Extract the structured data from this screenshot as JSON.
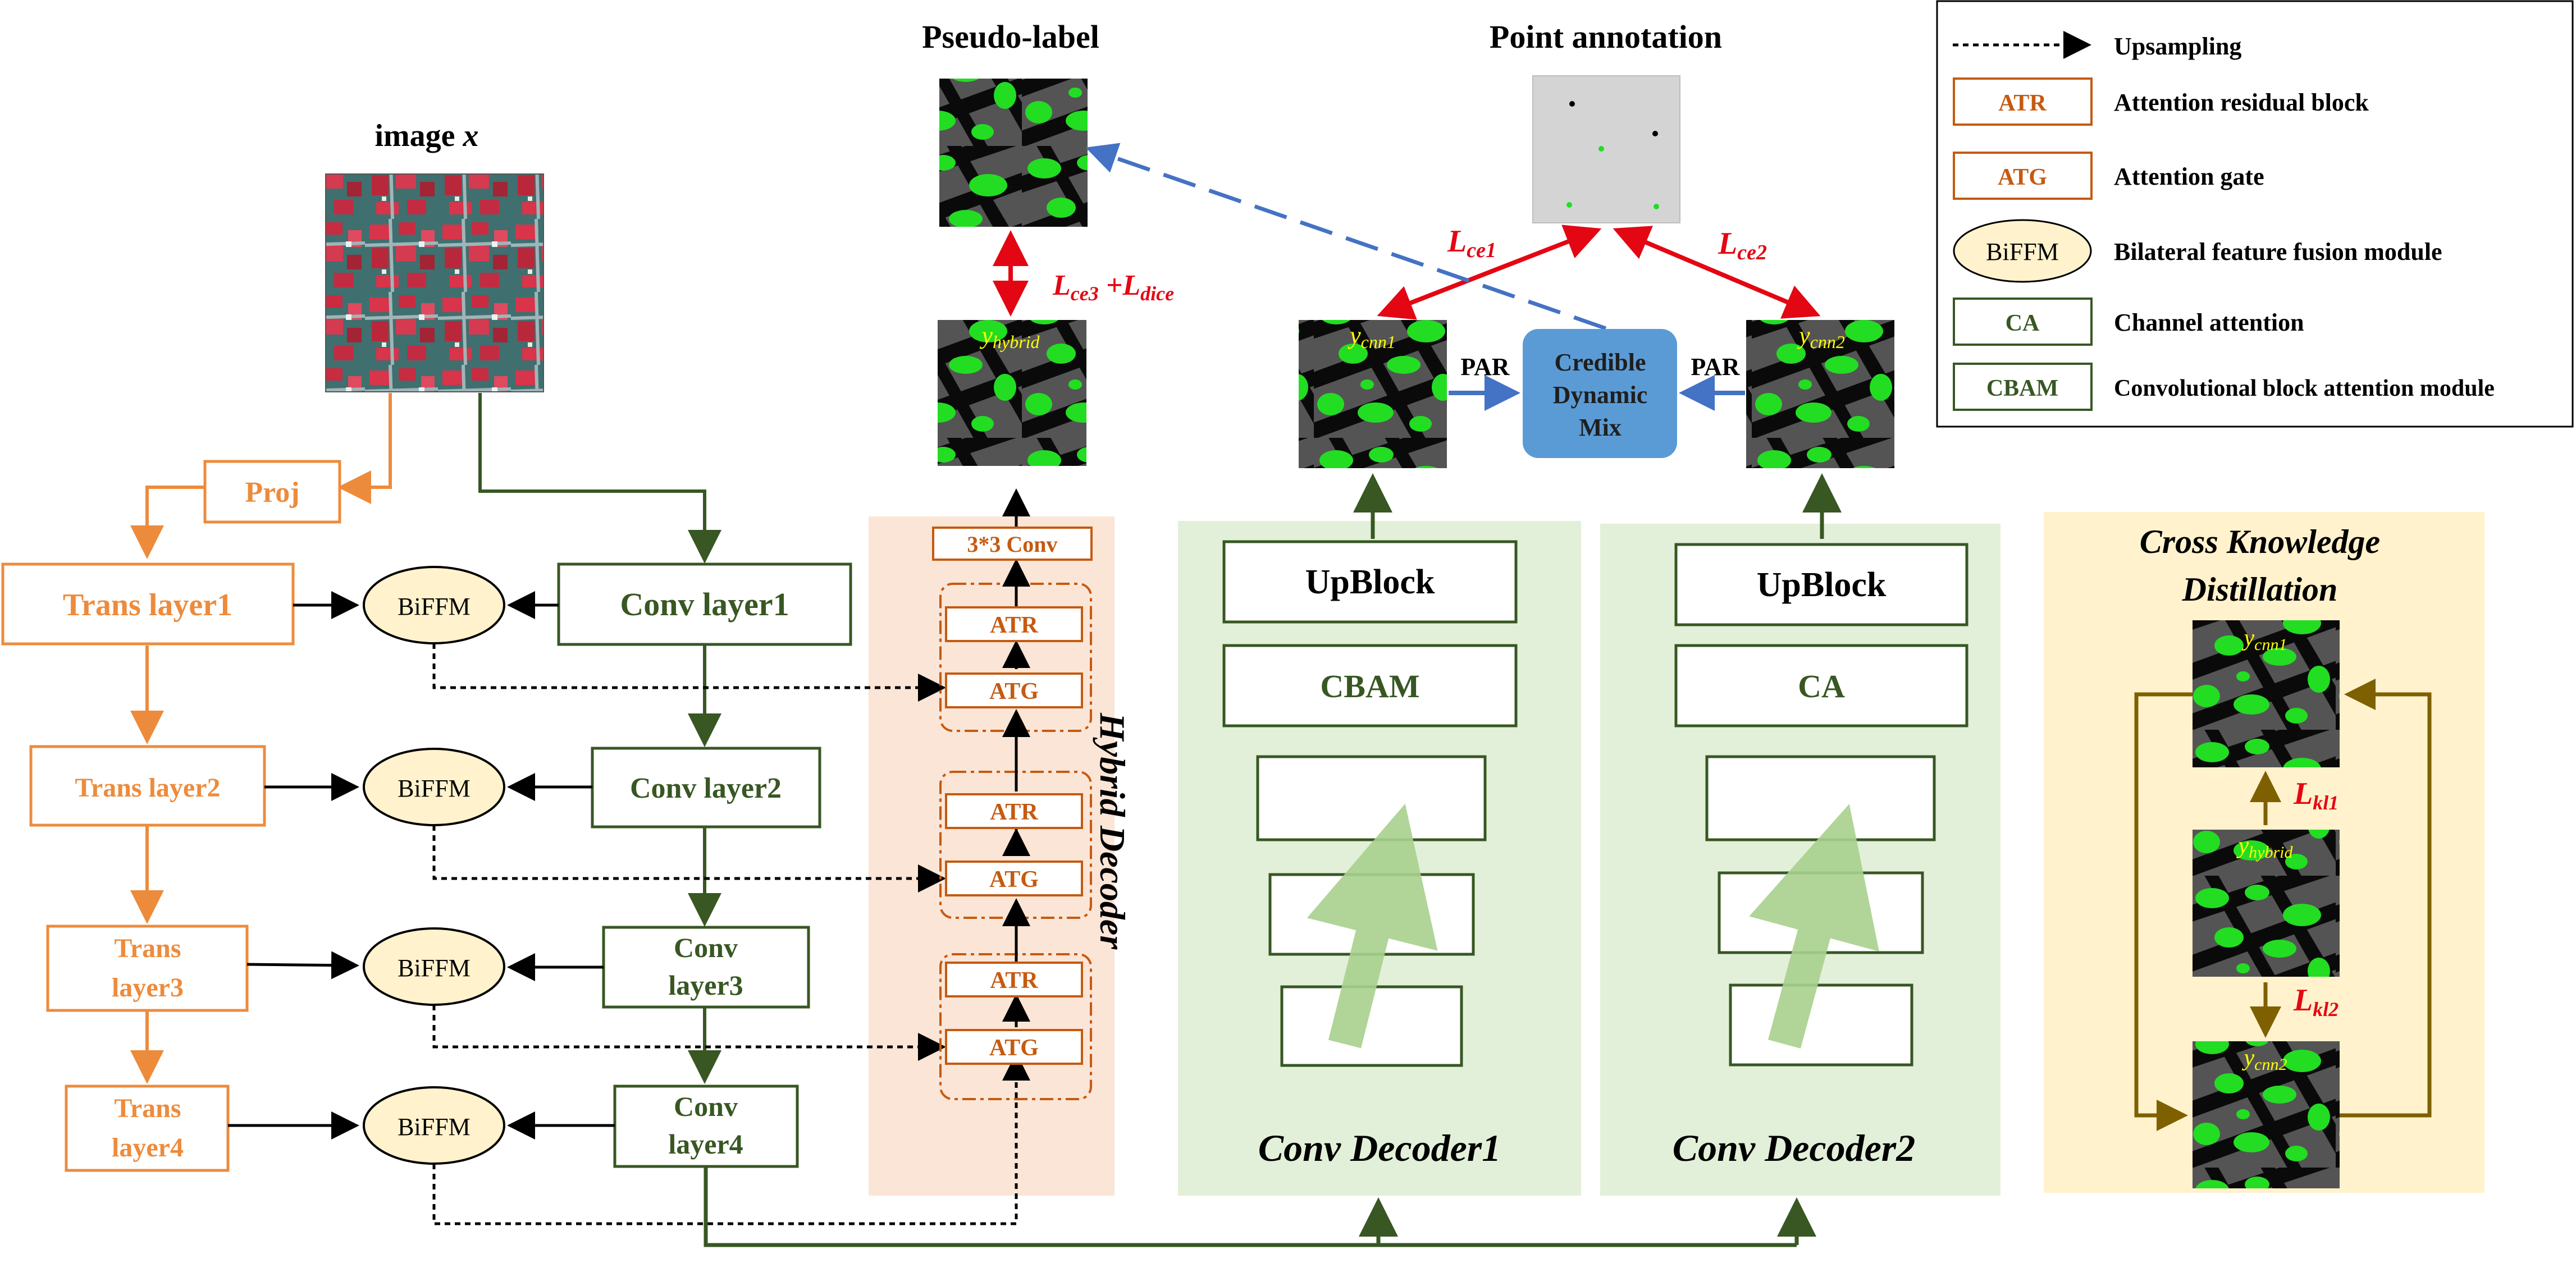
{
  "image_title_prefix": "image ",
  "image_title_var": "x",
  "proj": "Proj",
  "trans": {
    "layer1": "Trans layer1",
    "layer2": "Trans layer2",
    "layer3_a": "Trans",
    "layer3_b": "layer3",
    "layer4_a": "Trans",
    "layer4_b": "layer4"
  },
  "conv": {
    "layer1": "Conv layer1",
    "layer2": "Conv layer2",
    "layer3_a": "Conv",
    "layer3_b": "layer3",
    "layer4_a": "Conv",
    "layer4_b": "layer4"
  },
  "bffm": "BiFFM",
  "hybrid": {
    "conv33": "3*3 Conv",
    "atr": "ATR",
    "atg": "ATG",
    "title": "Hybrid Decoder"
  },
  "pseudo_label": "Pseudo-label",
  "point_annotation": "Point annotation",
  "y": "y",
  "sub": {
    "hybrid": "hybrid",
    "cnn1": "cnn1",
    "cnn2": "cnn2"
  },
  "loss": {
    "L": "L",
    "ce1": "ce1",
    "ce2": "ce2",
    "ce3": "ce3",
    "dice": "dice",
    "kl1": "kl1",
    "kl2": "kl2",
    "plus": " +"
  },
  "par": "PAR",
  "cdm": {
    "line1": "Credible",
    "line2": "Dynamic",
    "line3": "Mix"
  },
  "decoder1": {
    "upblock": "UpBlock",
    "cbam": "CBAM",
    "title": "Conv Decoder1"
  },
  "decoder2": {
    "upblock": "UpBlock",
    "ca": "CA",
    "title": "Conv Decoder2"
  },
  "ckd": {
    "line1": "Cross  Knowledge",
    "line2": "Distillation"
  },
  "legend": {
    "upsampling": "Upsampling",
    "atr_key": "ATR",
    "atr_desc": "Attention residual block",
    "atg_key": "ATG",
    "atg_desc": "Attention gate",
    "bffm_key": "BiFFM",
    "bffm_desc": "Bilateral feature fusion module",
    "ca_key": "CA",
    "ca_desc": "Channel attention",
    "cbam_key": "CBAM",
    "cbam_desc": "Convolutional block attention module"
  },
  "colors": {
    "orange": "#ED8B3C",
    "dark_orange": "#C55A11",
    "green": "#385723",
    "red": "#E30613",
    "blue": "#4472C4",
    "olive": "#7F6000",
    "cdm_fill": "#5B9BD5",
    "hybrid_bg": "#FBE5D6",
    "decoder_bg": "#E2F0D9",
    "ckd_bg": "#FFF2CC",
    "bffm_fill": "#FFF2CC"
  }
}
